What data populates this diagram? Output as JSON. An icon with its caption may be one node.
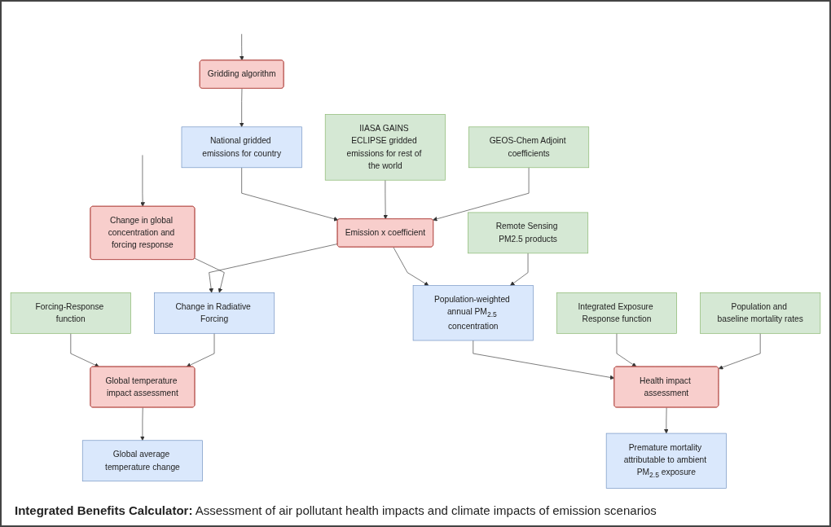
{
  "diagram": {
    "caption": "**Integrated Benefits Calculator:** Assessment of air pollutant health impacts and climate impacts of emission scenarios",
    "nodes": [
      {
        "text": [
          "Gridding algorithm"
        ]
      },
      {
        "text": [
          "Change in global concentration and forcing response"
        ]
      },
      {
        "text": [
          "Forcing-Response function"
        ]
      },
      {
        "text": [
          "National gridded emissions for country"
        ]
      },
      {
        "text": [
          "Change in Radiative Forcing"
        ]
      },
      {
        "text": [
          "Global temperature impact assessment"
        ]
      },
      {
        "text": [
          "Global average temperature change"
        ]
      },
      {
        "text": [
          "IIASA GAINS ECLIPSE gridded emissions for rest of the world"
        ]
      },
      {
        "text": [
          "Emission x coefficient"
        ]
      },
      {
        "text": [
          "Population-weighted annual PM$_{2.5}$ concentration"
        ]
      },
      {
        "text": [
          "Health impact assessment"
        ]
      },
      {
        "text": [
          "Premature mortality attributable to ambient PM$_{2.5}$ exposure"
        ]
      },
      {
        "text": [
          "GEOS-Chem Adjoint coefficients"
        ]
      },
      {
        "text": [
          "Remote Sensing PM2.5 products"
        ]
      },
      {
        "text": [
          "Integrated Exposure Response function"
        ]
      },
      {
        "text": [
          "Population and baseline mortality rates"
        ]
      }
    ],
    "edges": [
      {
        "from": null,
        "to": 0,
        "arrow": "to"
      },
      {
        "from": null,
        "to": 1,
        "arrow": "to"
      },
      {
        "from": 0,
        "to": 3,
        "arrow": "to"
      },
      {
        "from": 3,
        "to": 8,
        "arrow": "to"
      },
      {
        "from": 7,
        "to": 8,
        "arrow": "to"
      },
      {
        "from": 12,
        "to": 8,
        "arrow": "to"
      },
      {
        "from": 8,
        "to": 4,
        "arrow": "to"
      },
      {
        "from": 1,
        "to": 4,
        "arrow": "to"
      },
      {
        "from": 8,
        "to": 9,
        "arrow": "to"
      },
      {
        "from": 2,
        "to": 5,
        "arrow": "to"
      },
      {
        "from": 4,
        "to": 5,
        "arrow": "to"
      },
      {
        "from": 5,
        "to": 6,
        "arrow": "to"
      },
      {
        "from": 9,
        "to": 10,
        "arrow": "to"
      },
      {
        "from": 10,
        "to": 11,
        "arrow": "to"
      },
      {
        "from": 13,
        "to": 9,
        "arrow": "to"
      },
      {
        "from": 14,
        "to": 10,
        "arrow": "to"
      },
      {
        "from": 15,
        "to": 10,
        "arrow": "to"
      }
    ]
  }
}
